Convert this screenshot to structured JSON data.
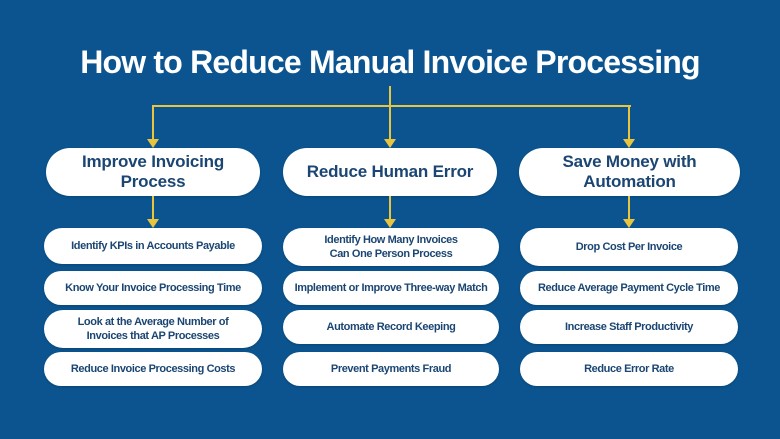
{
  "theme": {
    "background": "#0b548f",
    "accent_yellow": "#e9c53d",
    "pill_bg": "#ffffff",
    "text_navy": "#1b4673",
    "title_white": "#ffffff"
  },
  "title": "How to Reduce Manual Invoice Processing",
  "columns": [
    {
      "id": "improve-invoicing-process",
      "header": "Improve Invoicing\nProcess",
      "items": [
        "Identify KPIs in Accounts Payable",
        "Know Your Invoice Processing Time",
        "Look at the Average Number of\nInvoices that AP Processes",
        "Reduce Invoice Processing Costs"
      ]
    },
    {
      "id": "reduce-human-error",
      "header": "Reduce Human Error",
      "items": [
        "Identify How Many Invoices\nCan One Person Process",
        "Implement or Improve Three-way Match",
        "Automate Record Keeping",
        "Prevent Payments Fraud"
      ]
    },
    {
      "id": "save-money-with-automation",
      "header": "Save Money with\nAutomation",
      "items": [
        "Drop Cost Per Invoice",
        "Reduce Average Payment Cycle Time",
        "Increase Staff Productivity",
        "Reduce Error Rate"
      ]
    }
  ]
}
